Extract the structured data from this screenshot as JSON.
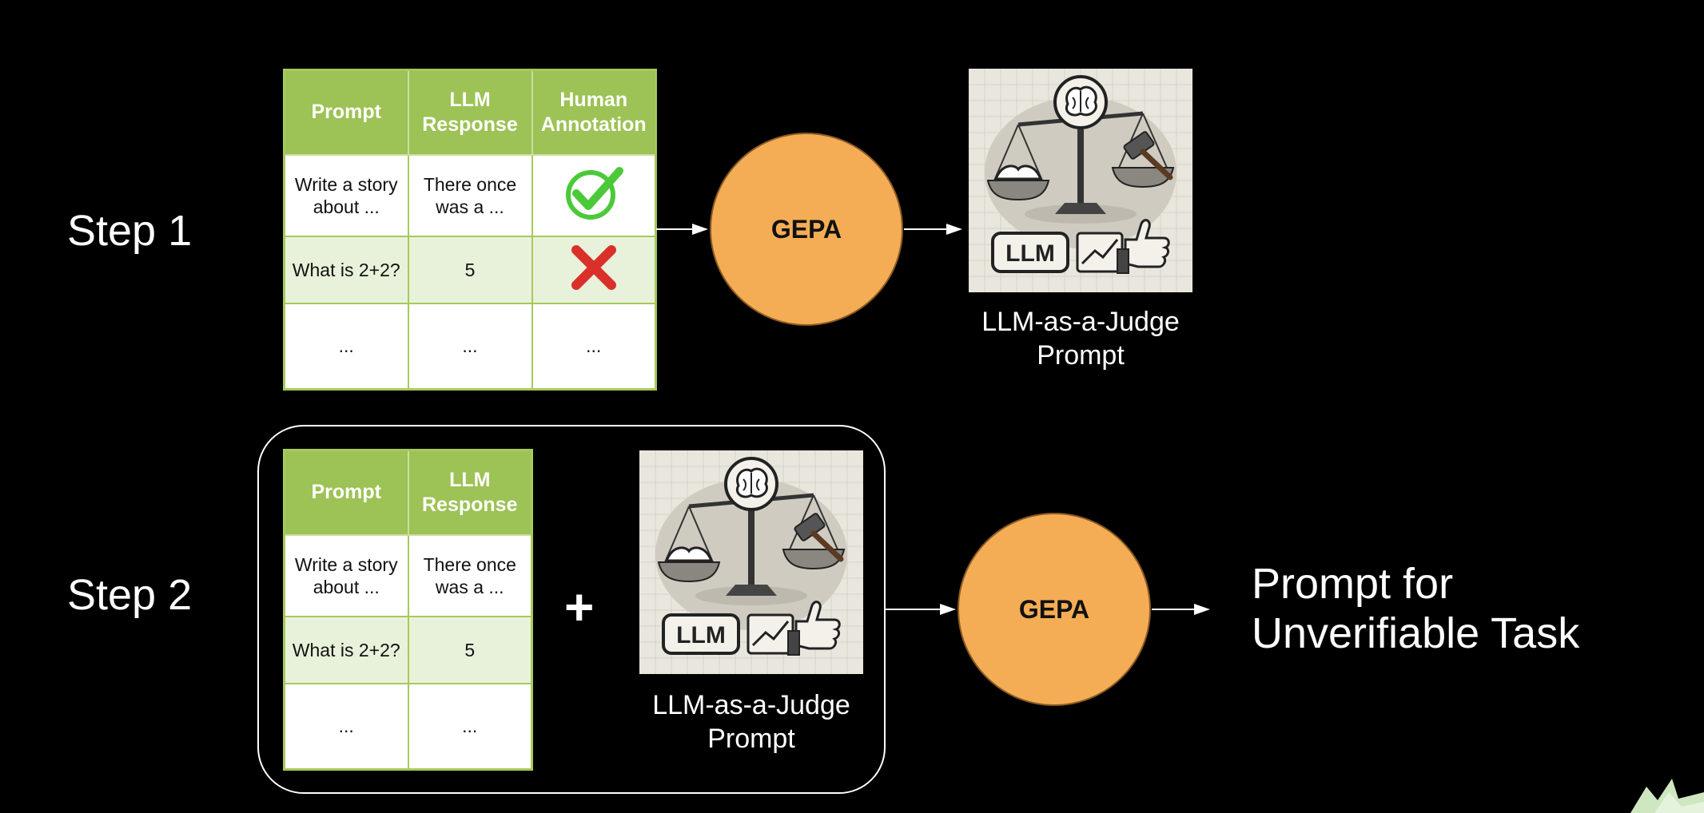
{
  "step1": {
    "label": "Step 1",
    "table": {
      "headers": [
        "Prompt",
        "LLM\nResponse",
        "Human\nAnnotation"
      ],
      "rows": [
        [
          "Write a story\nabout ...",
          "There once\nwas a ...",
          "check-icon"
        ],
        [
          "What is 2+2?",
          "5",
          "cross-icon"
        ],
        [
          "...",
          "...",
          "..."
        ]
      ]
    },
    "gepa_label": "GEPA",
    "judge_caption": "LLM-as-a-Judge\nPrompt",
    "judge_image_text": "LLM"
  },
  "step2": {
    "label": "Step 2",
    "table": {
      "headers": [
        "Prompt",
        "LLM\nResponse"
      ],
      "rows": [
        [
          "Write a story\nabout ...",
          "There once\nwas a ..."
        ],
        [
          "What is 2+2?",
          "5"
        ],
        [
          "...",
          "..."
        ]
      ]
    },
    "plus": "+",
    "judge_caption": "LLM-as-a-Judge\nPrompt",
    "judge_image_text": "LLM",
    "gepa_label": "GEPA",
    "result": "Prompt for\nUnverifiable Task"
  },
  "colors": {
    "table_header": "#9dc255",
    "table_alt_row": "#e8f2da",
    "gepa_fill": "#f4ad55",
    "check": "#4cc93a",
    "cross": "#d9302a"
  }
}
